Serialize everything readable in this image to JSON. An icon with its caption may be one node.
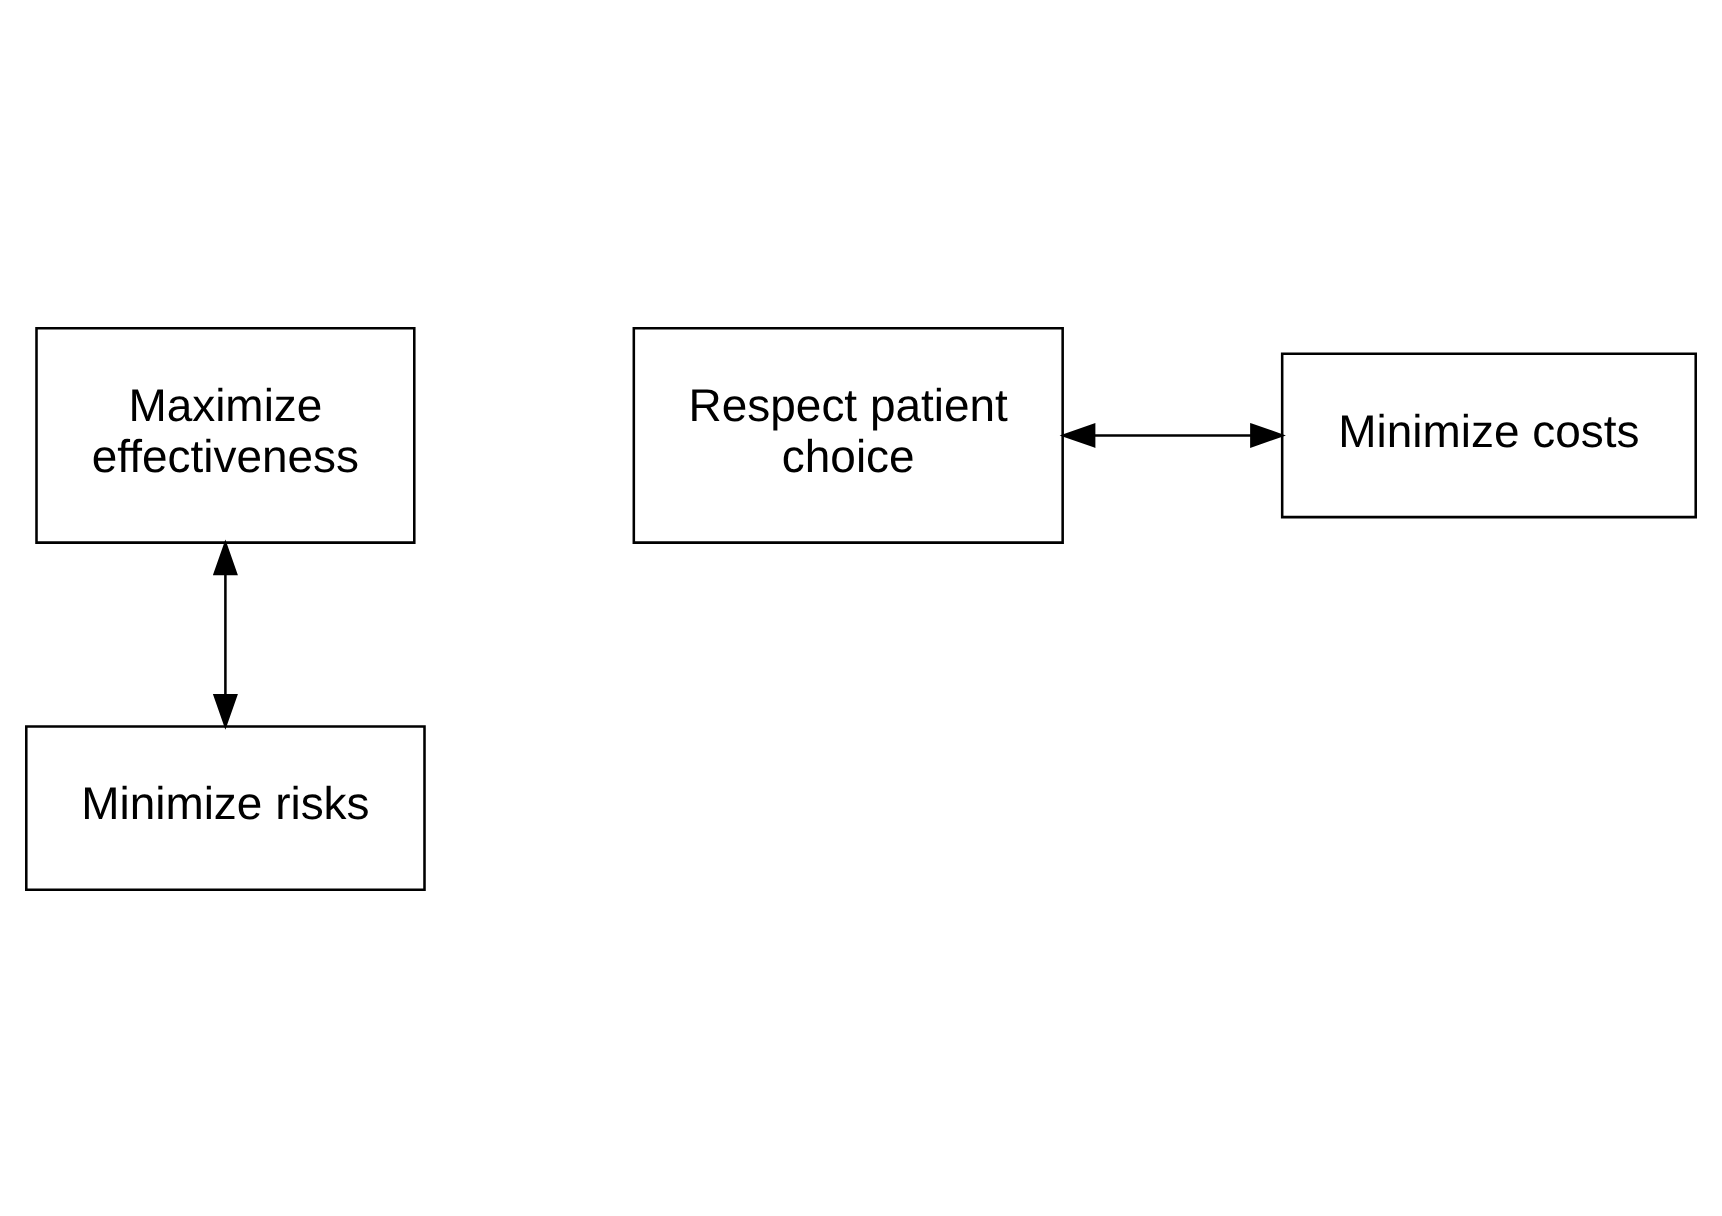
{
  "diagram": {
    "nodes": [
      {
        "text": [
          "Maximize effectiveness"
        ]
      },
      {
        "text": [
          "Respect patient choice"
        ]
      },
      {
        "text": [
          "Minimize costs"
        ]
      },
      {
        "text": [
          "Minimize risks"
        ]
      }
    ],
    "edges": [
      {
        "from": 0,
        "to": 3,
        "arrow": "both"
      },
      {
        "from": 1,
        "to": 2,
        "arrow": "both"
      }
    ]
  }
}
